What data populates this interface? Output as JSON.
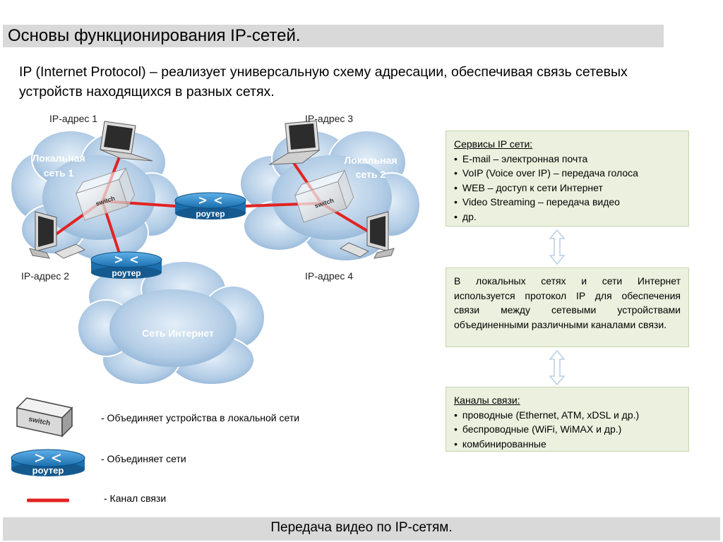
{
  "slide": {
    "title": "Основы функционирования IP-сетей.",
    "intro": "IP (Internet Protocol) – реализует универсальную схему адресации, обеспечивая связь сетевых устройств находящихся в разных сетях.",
    "footer": "Передача видео по IP-сетям."
  },
  "diagram": {
    "ip1": "IP-адрес 1",
    "ip2": "IP-адрес 2",
    "ip3": "IP-адрес 3",
    "ip4": "IP-адрес 4",
    "lan1_line1": "Локальная",
    "lan1_line2": "сеть 1",
    "lan2_line1": "Локальная",
    "lan2_line2": "сеть 2",
    "internet": "Сеть Интернет",
    "switch_label": "switch",
    "router_label": "роутер"
  },
  "panels": {
    "services": {
      "title": "Сервисы IP сети:",
      "items": [
        "E-mail – электронная почта",
        "VoIP (Voice over IP) – передача голоса",
        "WEB – доступ к сети Интернет",
        "Video Streaming – передача видео",
        "др."
      ]
    },
    "middle": "В локальных сетях и сети Интернет используется протокол IP для обеспечения связи между сетевыми устройствами объединенными различными каналами связи.",
    "channels": {
      "title": "Каналы связи:",
      "items": [
        "проводные (Ethernet, ATM, xDSL и др.)",
        "беспроводные (WiFi, WiMAX и др.)",
        "комбинированные"
      ]
    }
  },
  "legend": {
    "switch_desc": "- Объединяет устройства в локальной сети",
    "router_desc": "- Объединяет сети",
    "link_desc": "- Канал связи"
  },
  "colors": {
    "link": "#e32322",
    "router": "#2e86c8",
    "cloud": "#b9d3ea",
    "panel_bg": "#ebf1de",
    "bar_bg": "#d9d9d9"
  }
}
